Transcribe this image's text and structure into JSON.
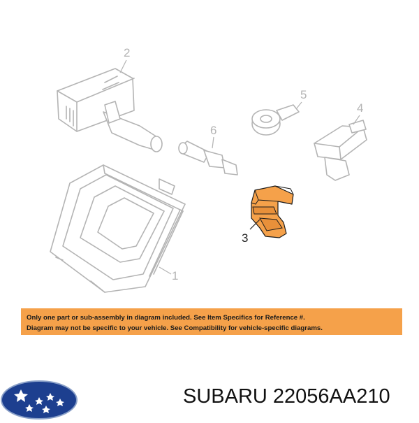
{
  "diagram": {
    "callouts": [
      "1",
      "2",
      "3",
      "4",
      "5",
      "6"
    ],
    "highlight_color": "#f5a14a",
    "line_color": "#b4b4b4"
  },
  "notice": {
    "line1": "Only one part or sub-assembly in diagram included. See Item Specifics for Reference #.",
    "line2": "Diagram may not be specific to your vehicle. See Compatibility for vehicle-specific diagrams.",
    "background": "#f5a14a"
  },
  "brand": {
    "logo": "subaru-logo",
    "logo_color": "#1d3f8f",
    "part_number_line": "SUBARU 22056AA210"
  }
}
